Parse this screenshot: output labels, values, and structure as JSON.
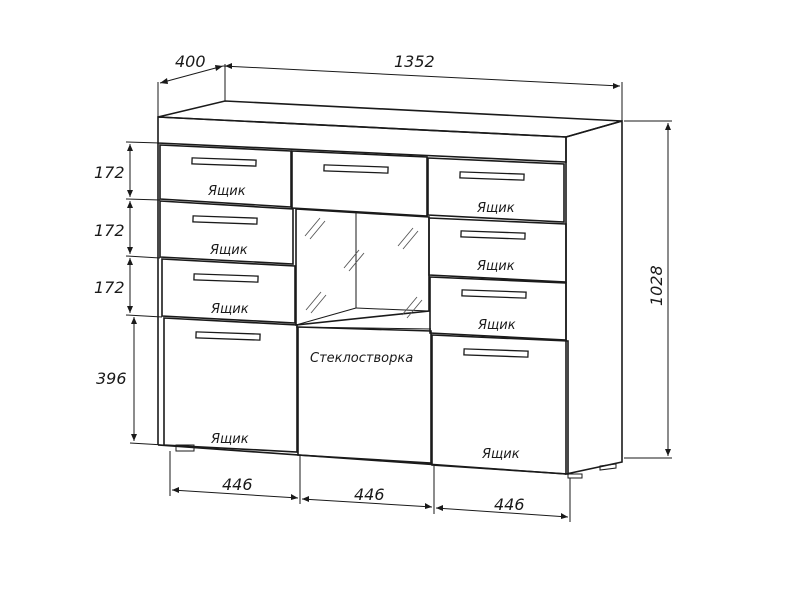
{
  "dimensions": {
    "depth": "400",
    "width": "1352",
    "height": "1028",
    "drawer_row_1": "172",
    "drawer_row_2": "172",
    "drawer_row_3": "172",
    "bottom_section": "396",
    "section_left": "446",
    "section_middle": "446",
    "section_right": "446"
  },
  "labels": {
    "drawer": "Ящик",
    "glass_door": "Стеклостворка"
  }
}
